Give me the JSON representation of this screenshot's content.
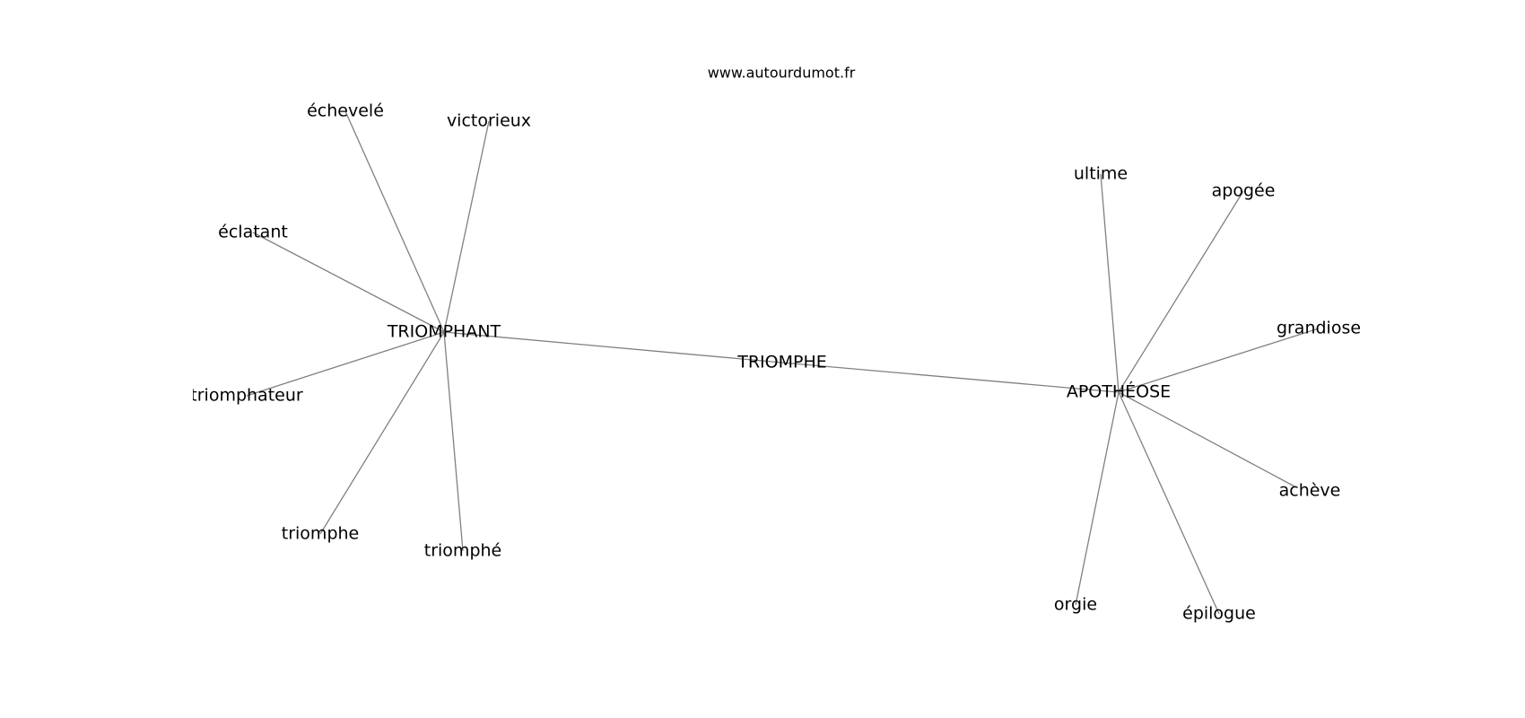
{
  "watermark": "www.autourdumot.fr",
  "nodes": [
    {
      "id": "triomphe_center",
      "label": "TRIOMPHE"
    },
    {
      "id": "triomphant",
      "label": "TRIOMPHANT"
    },
    {
      "id": "apotheose",
      "label": "APOTHÉOSE"
    },
    {
      "id": "echevele",
      "label": "échevelé"
    },
    {
      "id": "victorieux",
      "label": "victorieux"
    },
    {
      "id": "eclatant",
      "label": "éclatant"
    },
    {
      "id": "triomphateur",
      "label": "triomphateur"
    },
    {
      "id": "triomphe_low",
      "label": "triomphe"
    },
    {
      "id": "triomphe_acc",
      "label": "triomphé"
    },
    {
      "id": "ultime",
      "label": "ultime"
    },
    {
      "id": "apogee",
      "label": "apogée"
    },
    {
      "id": "grandiose",
      "label": "grandiose"
    },
    {
      "id": "acheve",
      "label": "achève"
    },
    {
      "id": "orgie",
      "label": "orgie"
    },
    {
      "id": "epilogue",
      "label": "épilogue"
    }
  ],
  "edges": [
    [
      "triomphant",
      "triomphe_center"
    ],
    [
      "triomphe_center",
      "apotheose"
    ],
    [
      "triomphant",
      "echevele"
    ],
    [
      "triomphant",
      "victorieux"
    ],
    [
      "triomphant",
      "eclatant"
    ],
    [
      "triomphant",
      "triomphateur"
    ],
    [
      "triomphant",
      "triomphe_low"
    ],
    [
      "triomphant",
      "triomphe_acc"
    ],
    [
      "apotheose",
      "ultime"
    ],
    [
      "apotheose",
      "apogee"
    ],
    [
      "apotheose",
      "grandiose"
    ],
    [
      "apotheose",
      "acheve"
    ],
    [
      "apotheose",
      "orgie"
    ],
    [
      "apotheose",
      "epilogue"
    ]
  ]
}
